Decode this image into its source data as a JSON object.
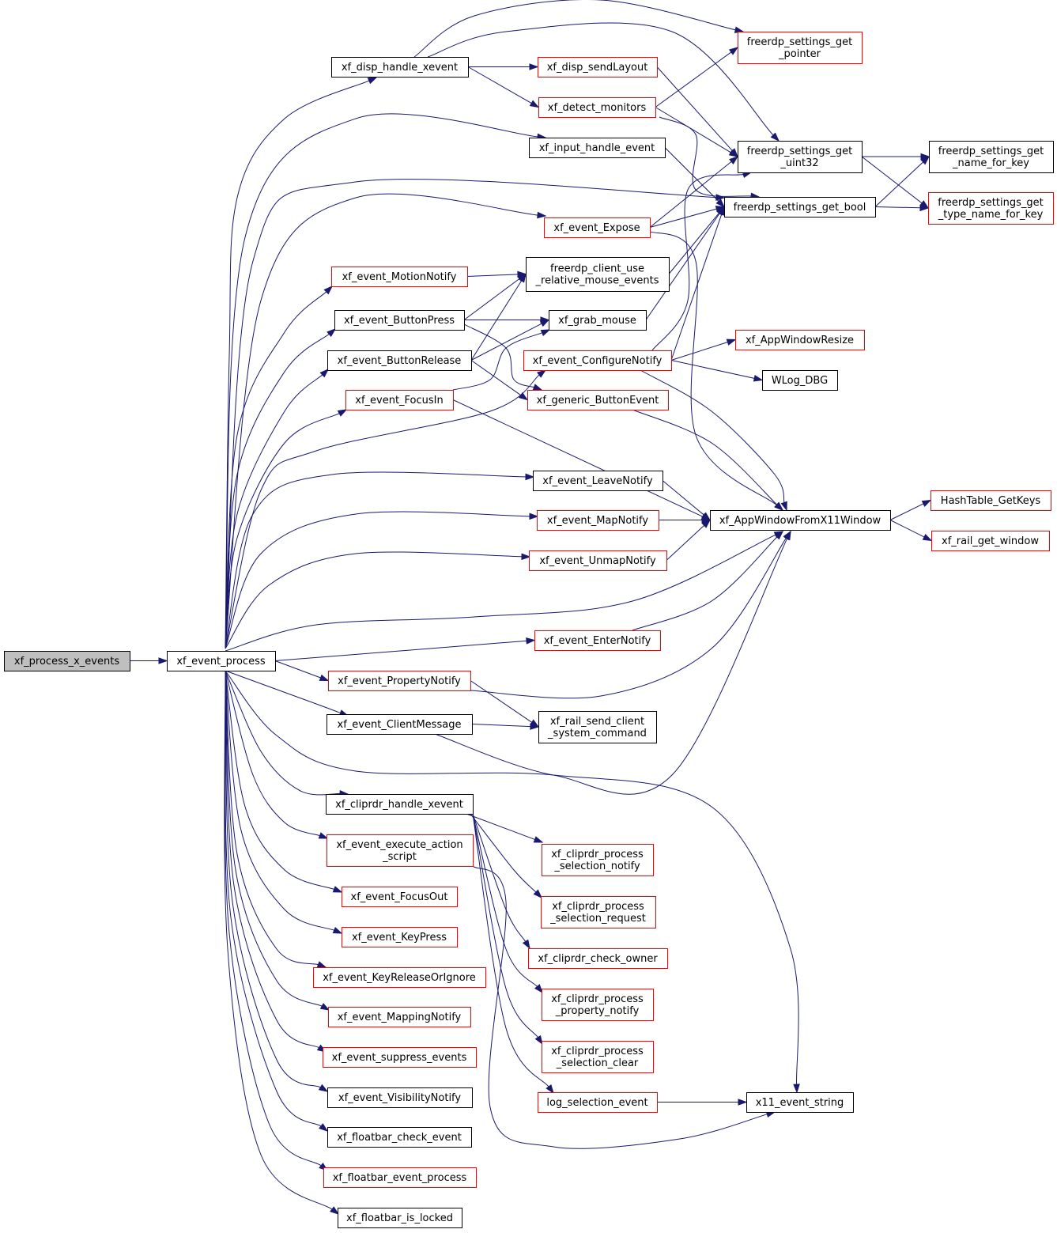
{
  "colors": {
    "edge": "#191970",
    "root_fill": "#bfbfbf",
    "node_border_documented": "#000000",
    "node_border_undocumented": "#ff0000"
  },
  "nodes": {
    "xf_process_x_events": {
      "lines": [
        "xf_process_x_events"
      ],
      "border": "black",
      "root": true
    },
    "xf_event_process": {
      "lines": [
        "xf_event_process"
      ],
      "border": "black"
    },
    "xf_disp_handle_xevent": {
      "lines": [
        "xf_disp_handle_xevent"
      ],
      "border": "black"
    },
    "xf_input_handle_event": {
      "lines": [
        "xf_input_handle_event"
      ],
      "border": "black"
    },
    "xf_event_Expose": {
      "lines": [
        "xf_event_Expose"
      ],
      "border": "red"
    },
    "xf_event_MotionNotify": {
      "lines": [
        "xf_event_MotionNotify"
      ],
      "border": "red"
    },
    "xf_event_ButtonPress": {
      "lines": [
        "xf_event_ButtonPress"
      ],
      "border": "black"
    },
    "xf_event_ButtonRelease": {
      "lines": [
        "xf_event_ButtonRelease"
      ],
      "border": "black"
    },
    "xf_event_FocusIn": {
      "lines": [
        "xf_event_FocusIn"
      ],
      "border": "red"
    },
    "xf_event_LeaveNotify": {
      "lines": [
        "xf_event_LeaveNotify"
      ],
      "border": "black"
    },
    "xf_event_MapNotify": {
      "lines": [
        "xf_event_MapNotify"
      ],
      "border": "red"
    },
    "xf_event_UnmapNotify": {
      "lines": [
        "xf_event_UnmapNotify"
      ],
      "border": "red"
    },
    "xf_event_EnterNotify": {
      "lines": [
        "xf_event_EnterNotify"
      ],
      "border": "red"
    },
    "xf_event_PropertyNotify": {
      "lines": [
        "xf_event_PropertyNotify"
      ],
      "border": "red"
    },
    "xf_event_ClientMessage": {
      "lines": [
        "xf_event_ClientMessage"
      ],
      "border": "black"
    },
    "xf_cliprdr_handle_xevent": {
      "lines": [
        "xf_cliprdr_handle_xevent"
      ],
      "border": "black"
    },
    "xf_event_execute_action_script": {
      "lines": [
        "xf_event_execute_action",
        "_script"
      ],
      "border": "red"
    },
    "xf_event_FocusOut": {
      "lines": [
        "xf_event_FocusOut"
      ],
      "border": "red"
    },
    "xf_event_KeyPress": {
      "lines": [
        "xf_event_KeyPress"
      ],
      "border": "red"
    },
    "xf_event_KeyReleaseOrIgnore": {
      "lines": [
        "xf_event_KeyReleaseOrIgnore"
      ],
      "border": "red"
    },
    "xf_event_MappingNotify": {
      "lines": [
        "xf_event_MappingNotify"
      ],
      "border": "red"
    },
    "xf_event_suppress_events": {
      "lines": [
        "xf_event_suppress_events"
      ],
      "border": "red"
    },
    "xf_event_VisibilityNotify": {
      "lines": [
        "xf_event_VisibilityNotify"
      ],
      "border": "black"
    },
    "xf_floatbar_check_event": {
      "lines": [
        "xf_floatbar_check_event"
      ],
      "border": "black"
    },
    "xf_floatbar_event_process": {
      "lines": [
        "xf_floatbar_event_process"
      ],
      "border": "red"
    },
    "xf_floatbar_is_locked": {
      "lines": [
        "xf_floatbar_is_locked"
      ],
      "border": "black"
    },
    "xf_disp_sendLayout": {
      "lines": [
        "xf_disp_sendLayout"
      ],
      "border": "red"
    },
    "xf_detect_monitors": {
      "lines": [
        "xf_detect_monitors"
      ],
      "border": "red"
    },
    "freerdp_client_use_relative_mouse_events": {
      "lines": [
        "freerdp_client_use",
        "_relative_mouse_events"
      ],
      "border": "black"
    },
    "xf_grab_mouse": {
      "lines": [
        "xf_grab_mouse"
      ],
      "border": "black"
    },
    "xf_event_ConfigureNotify": {
      "lines": [
        "xf_event_ConfigureNotify"
      ],
      "border": "red"
    },
    "xf_generic_ButtonEvent": {
      "lines": [
        "xf_generic_ButtonEvent"
      ],
      "border": "red"
    },
    "xf_rail_send_client_system_command": {
      "lines": [
        "xf_rail_send_client",
        "_system_command"
      ],
      "border": "black"
    },
    "xf_cliprdr_process_selection_notify": {
      "lines": [
        "xf_cliprdr_process",
        "_selection_notify"
      ],
      "border": "red"
    },
    "xf_cliprdr_process_selection_request": {
      "lines": [
        "xf_cliprdr_process",
        "_selection_request"
      ],
      "border": "red"
    },
    "xf_cliprdr_check_owner": {
      "lines": [
        "xf_cliprdr_check_owner"
      ],
      "border": "red"
    },
    "xf_cliprdr_process_property_notify": {
      "lines": [
        "xf_cliprdr_process",
        "_property_notify"
      ],
      "border": "red"
    },
    "xf_cliprdr_process_selection_clear": {
      "lines": [
        "xf_cliprdr_process",
        "_selection_clear"
      ],
      "border": "red"
    },
    "log_selection_event": {
      "lines": [
        "log_selection_event"
      ],
      "border": "red"
    },
    "freerdp_settings_get_pointer": {
      "lines": [
        "freerdp_settings_get",
        "_pointer"
      ],
      "border": "red"
    },
    "freerdp_settings_get_uint32": {
      "lines": [
        "freerdp_settings_get",
        "_uint32"
      ],
      "border": "black"
    },
    "freerdp_settings_get_bool": {
      "lines": [
        "freerdp_settings_get_bool"
      ],
      "border": "black"
    },
    "xf_AppWindowResize": {
      "lines": [
        "xf_AppWindowResize"
      ],
      "border": "red"
    },
    "WLog_DBG": {
      "lines": [
        "WLog_DBG"
      ],
      "border": "black"
    },
    "xf_AppWindowFromX11Window": {
      "lines": [
        "xf_AppWindowFromX11Window"
      ],
      "border": "black"
    },
    "x11_event_string": {
      "lines": [
        "x11_event_string"
      ],
      "border": "black"
    },
    "freerdp_settings_get_name_for_key": {
      "lines": [
        "freerdp_settings_get",
        "_name_for_key"
      ],
      "border": "black"
    },
    "freerdp_settings_get_type_name_for_key": {
      "lines": [
        "freerdp_settings_get",
        "_type_name_for_key"
      ],
      "border": "red"
    },
    "HashTable_GetKeys": {
      "lines": [
        "HashTable_GetKeys"
      ],
      "border": "red"
    },
    "xf_rail_get_window": {
      "lines": [
        "xf_rail_get_window"
      ],
      "border": "red"
    }
  },
  "edges": [
    [
      "xf_process_x_events",
      "xf_event_process"
    ],
    [
      "xf_event_process",
      "xf_disp_handle_xevent"
    ],
    [
      "xf_event_process",
      "xf_input_handle_event"
    ],
    [
      "xf_event_process",
      "freerdp_settings_get_bool"
    ],
    [
      "xf_event_process",
      "xf_event_Expose"
    ],
    [
      "xf_event_process",
      "xf_event_MotionNotify"
    ],
    [
      "xf_event_process",
      "xf_event_ButtonPress"
    ],
    [
      "xf_event_process",
      "xf_event_ButtonRelease"
    ],
    [
      "xf_event_process",
      "xf_event_FocusIn"
    ],
    [
      "xf_event_process",
      "xf_event_ConfigureNotify"
    ],
    [
      "xf_event_process",
      "xf_event_LeaveNotify"
    ],
    [
      "xf_event_process",
      "xf_event_MapNotify"
    ],
    [
      "xf_event_process",
      "xf_event_UnmapNotify"
    ],
    [
      "xf_event_process",
      "xf_AppWindowFromX11Window"
    ],
    [
      "xf_event_process",
      "xf_event_EnterNotify"
    ],
    [
      "xf_event_process",
      "xf_event_PropertyNotify"
    ],
    [
      "xf_event_process",
      "xf_event_ClientMessage"
    ],
    [
      "xf_event_process",
      "x11_event_string"
    ],
    [
      "xf_event_process",
      "xf_cliprdr_handle_xevent"
    ],
    [
      "xf_event_process",
      "xf_event_execute_action_script"
    ],
    [
      "xf_event_process",
      "xf_event_FocusOut"
    ],
    [
      "xf_event_process",
      "xf_event_KeyPress"
    ],
    [
      "xf_event_process",
      "xf_event_KeyReleaseOrIgnore"
    ],
    [
      "xf_event_process",
      "xf_event_MappingNotify"
    ],
    [
      "xf_event_process",
      "xf_event_suppress_events"
    ],
    [
      "xf_event_process",
      "xf_event_VisibilityNotify"
    ],
    [
      "xf_event_process",
      "xf_floatbar_check_event"
    ],
    [
      "xf_event_process",
      "xf_floatbar_event_process"
    ],
    [
      "xf_event_process",
      "xf_floatbar_is_locked"
    ],
    [
      "xf_disp_handle_xevent",
      "freerdp_settings_get_pointer"
    ],
    [
      "xf_disp_handle_xevent",
      "freerdp_settings_get_uint32"
    ],
    [
      "xf_disp_handle_xevent",
      "xf_disp_sendLayout"
    ],
    [
      "xf_disp_handle_xevent",
      "xf_detect_monitors"
    ],
    [
      "xf_disp_sendLayout",
      "freerdp_settings_get_uint32"
    ],
    [
      "xf_detect_monitors",
      "freerdp_settings_get_pointer"
    ],
    [
      "xf_detect_monitors",
      "freerdp_settings_get_uint32"
    ],
    [
      "xf_detect_monitors",
      "freerdp_settings_get_bool"
    ],
    [
      "xf_input_handle_event",
      "freerdp_settings_get_bool"
    ],
    [
      "xf_event_Expose",
      "freerdp_settings_get_uint32"
    ],
    [
      "xf_event_Expose",
      "freerdp_settings_get_bool"
    ],
    [
      "xf_event_Expose",
      "xf_AppWindowFromX11Window"
    ],
    [
      "xf_event_MotionNotify",
      "freerdp_client_use_relative_mouse_events"
    ],
    [
      "xf_event_ButtonPress",
      "freerdp_client_use_relative_mouse_events"
    ],
    [
      "xf_event_ButtonPress",
      "xf_grab_mouse"
    ],
    [
      "xf_event_ButtonPress",
      "xf_generic_ButtonEvent"
    ],
    [
      "xf_event_ButtonRelease",
      "freerdp_client_use_relative_mouse_events"
    ],
    [
      "xf_event_ButtonRelease",
      "xf_grab_mouse"
    ],
    [
      "xf_event_ButtonRelease",
      "xf_generic_ButtonEvent"
    ],
    [
      "xf_event_FocusIn",
      "xf_grab_mouse"
    ],
    [
      "xf_event_FocusIn",
      "xf_AppWindowFromX11Window"
    ],
    [
      "freerdp_client_use_relative_mouse_events",
      "freerdp_settings_get_bool"
    ],
    [
      "xf_grab_mouse",
      "freerdp_settings_get_bool"
    ],
    [
      "xf_event_ConfigureNotify",
      "freerdp_settings_get_uint32"
    ],
    [
      "xf_event_ConfigureNotify",
      "freerdp_settings_get_bool"
    ],
    [
      "xf_event_ConfigureNotify",
      "xf_AppWindowResize"
    ],
    [
      "xf_event_ConfigureNotify",
      "WLog_DBG"
    ],
    [
      "xf_event_ConfigureNotify",
      "xf_AppWindowFromX11Window"
    ],
    [
      "xf_generic_ButtonEvent",
      "xf_AppWindowFromX11Window"
    ],
    [
      "xf_event_LeaveNotify",
      "xf_AppWindowFromX11Window"
    ],
    [
      "xf_event_MapNotify",
      "xf_AppWindowFromX11Window"
    ],
    [
      "xf_event_UnmapNotify",
      "xf_AppWindowFromX11Window"
    ],
    [
      "xf_event_EnterNotify",
      "xf_AppWindowFromX11Window"
    ],
    [
      "xf_event_PropertyNotify",
      "xf_AppWindowFromX11Window"
    ],
    [
      "xf_event_PropertyNotify",
      "xf_rail_send_client_system_command"
    ],
    [
      "xf_event_ClientMessage",
      "xf_rail_send_client_system_command"
    ],
    [
      "xf_event_ClientMessage",
      "xf_AppWindowFromX11Window"
    ],
    [
      "xf_cliprdr_handle_xevent",
      "xf_cliprdr_process_selection_notify"
    ],
    [
      "xf_cliprdr_handle_xevent",
      "xf_cliprdr_process_selection_request"
    ],
    [
      "xf_cliprdr_handle_xevent",
      "xf_cliprdr_check_owner"
    ],
    [
      "xf_cliprdr_handle_xevent",
      "xf_cliprdr_process_property_notify"
    ],
    [
      "xf_cliprdr_handle_xevent",
      "xf_cliprdr_process_selection_clear"
    ],
    [
      "xf_cliprdr_handle_xevent",
      "log_selection_event"
    ],
    [
      "xf_event_execute_action_script",
      "x11_event_string"
    ],
    [
      "log_selection_event",
      "x11_event_string"
    ],
    [
      "freerdp_settings_get_uint32",
      "freerdp_settings_get_name_for_key"
    ],
    [
      "freerdp_settings_get_uint32",
      "freerdp_settings_get_type_name_for_key"
    ],
    [
      "freerdp_settings_get_bool",
      "freerdp_settings_get_name_for_key"
    ],
    [
      "freerdp_settings_get_bool",
      "freerdp_settings_get_type_name_for_key"
    ],
    [
      "xf_AppWindowFromX11Window",
      "HashTable_GetKeys"
    ],
    [
      "xf_AppWindowFromX11Window",
      "xf_rail_get_window"
    ]
  ]
}
